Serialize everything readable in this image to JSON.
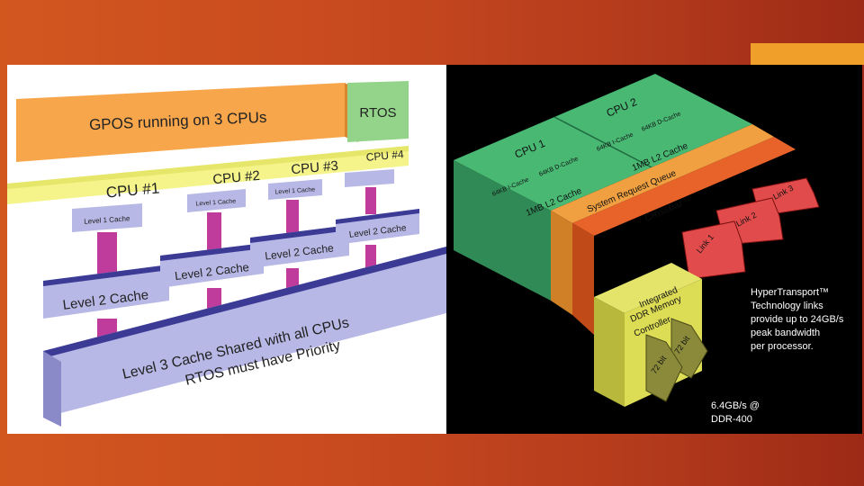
{
  "slide": {
    "colors": {
      "background": "#c84a1f",
      "accent_tab": "#f0a02a"
    }
  },
  "left_diagram": {
    "gpos": "GPOS running on 3 CPUs",
    "rtos": "RTOS",
    "cpus": [
      "CPU #1",
      "CPU #2",
      "CPU #3",
      "CPU #4"
    ],
    "l1_label": "Level 1 Cache",
    "l2_label": "Level 2 Cache",
    "l3_line1": "Level 3 Cache Shared with all CPUs",
    "l3_line2": "RTOS must have Priority",
    "colors": {
      "gpos": "#f7a64c",
      "rtos": "#93d48a",
      "cpu_band": "#f4f48a",
      "cache": "#b8b8e6",
      "connector": "#c03c9c"
    }
  },
  "right_diagram": {
    "cpu1": "CPU 1",
    "cpu2": "CPU 2",
    "l1i": "64KB I-Cache",
    "l1d": "64KB D-Cache",
    "l2": "1MB L2 Cache",
    "srq": "System Request Queue",
    "crossbar": "Crossbar",
    "memctrl": [
      "Integrated",
      "DDR Memory",
      "Controller"
    ],
    "links": [
      "Link 1",
      "Link 2",
      "Link 3"
    ],
    "bus": [
      "72 bit",
      "72 bit"
    ],
    "ht_note": [
      "HyperTransport™",
      "Technology links",
      "provide up to 24GB/s",
      "peak bandwidth",
      "per processor."
    ],
    "ddr_note": [
      "6.4GB/s @",
      "DDR-400"
    ],
    "colors": {
      "cpu": "#3ea66a",
      "srq": "#f0a040",
      "crossbar": "#e8632a",
      "memctrl": "#dcdc55",
      "link": "#e24b4b",
      "bus": "#8a8a3a"
    }
  }
}
